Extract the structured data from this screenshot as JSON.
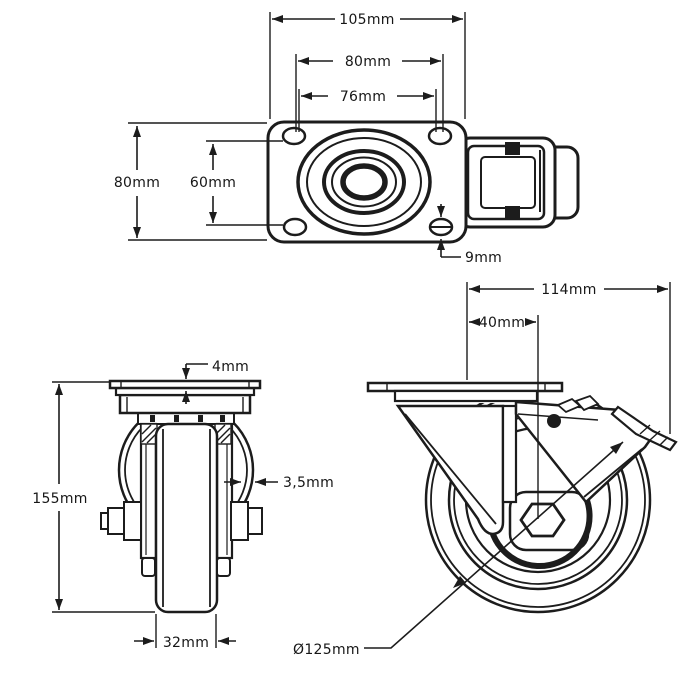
{
  "drawing": {
    "type": "technical-dimensional-drawing",
    "subject": "swivel-caster-wheel-with-brake",
    "colors": {
      "line": "#1c1c1c",
      "background": "#ffffff"
    },
    "views": {
      "top": {
        "name": "top-plate-view",
        "dims": {
          "plate_length": "105mm",
          "bolt_spacing_outer": "80mm",
          "bolt_spacing_inner": "76mm",
          "plate_width": "80mm",
          "bolt_spacing_vertical": "60mm",
          "bolt_hole_diameter": "9mm"
        }
      },
      "front": {
        "name": "front-view",
        "dims": {
          "overall_height": "155mm",
          "plate_thickness": "4mm",
          "fork_material_thickness": "3,5mm",
          "wheel_width": "32mm"
        }
      },
      "side": {
        "name": "side-view",
        "dims": {
          "overall_length": "114mm",
          "swivel_offset": "40mm",
          "wheel_diameter": "Ø125mm"
        }
      }
    }
  }
}
